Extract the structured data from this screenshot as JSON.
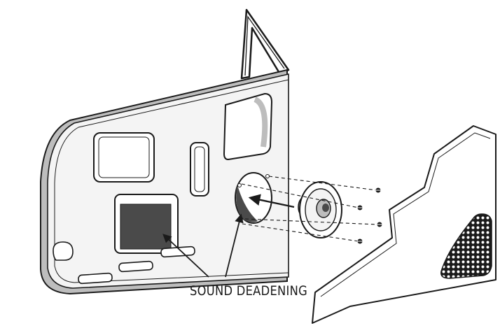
{
  "callout": {
    "label": "SOUND DEADENING"
  },
  "colors": {
    "ink": "#1a1a1a",
    "panel": "#f4f4f4",
    "shadow": "#bdbdbd",
    "deadening": "#4a4a4a",
    "background": "#ffffff"
  },
  "icons": [
    "door-panel",
    "speaker",
    "screw",
    "speaker-grille",
    "trim-panel"
  ]
}
